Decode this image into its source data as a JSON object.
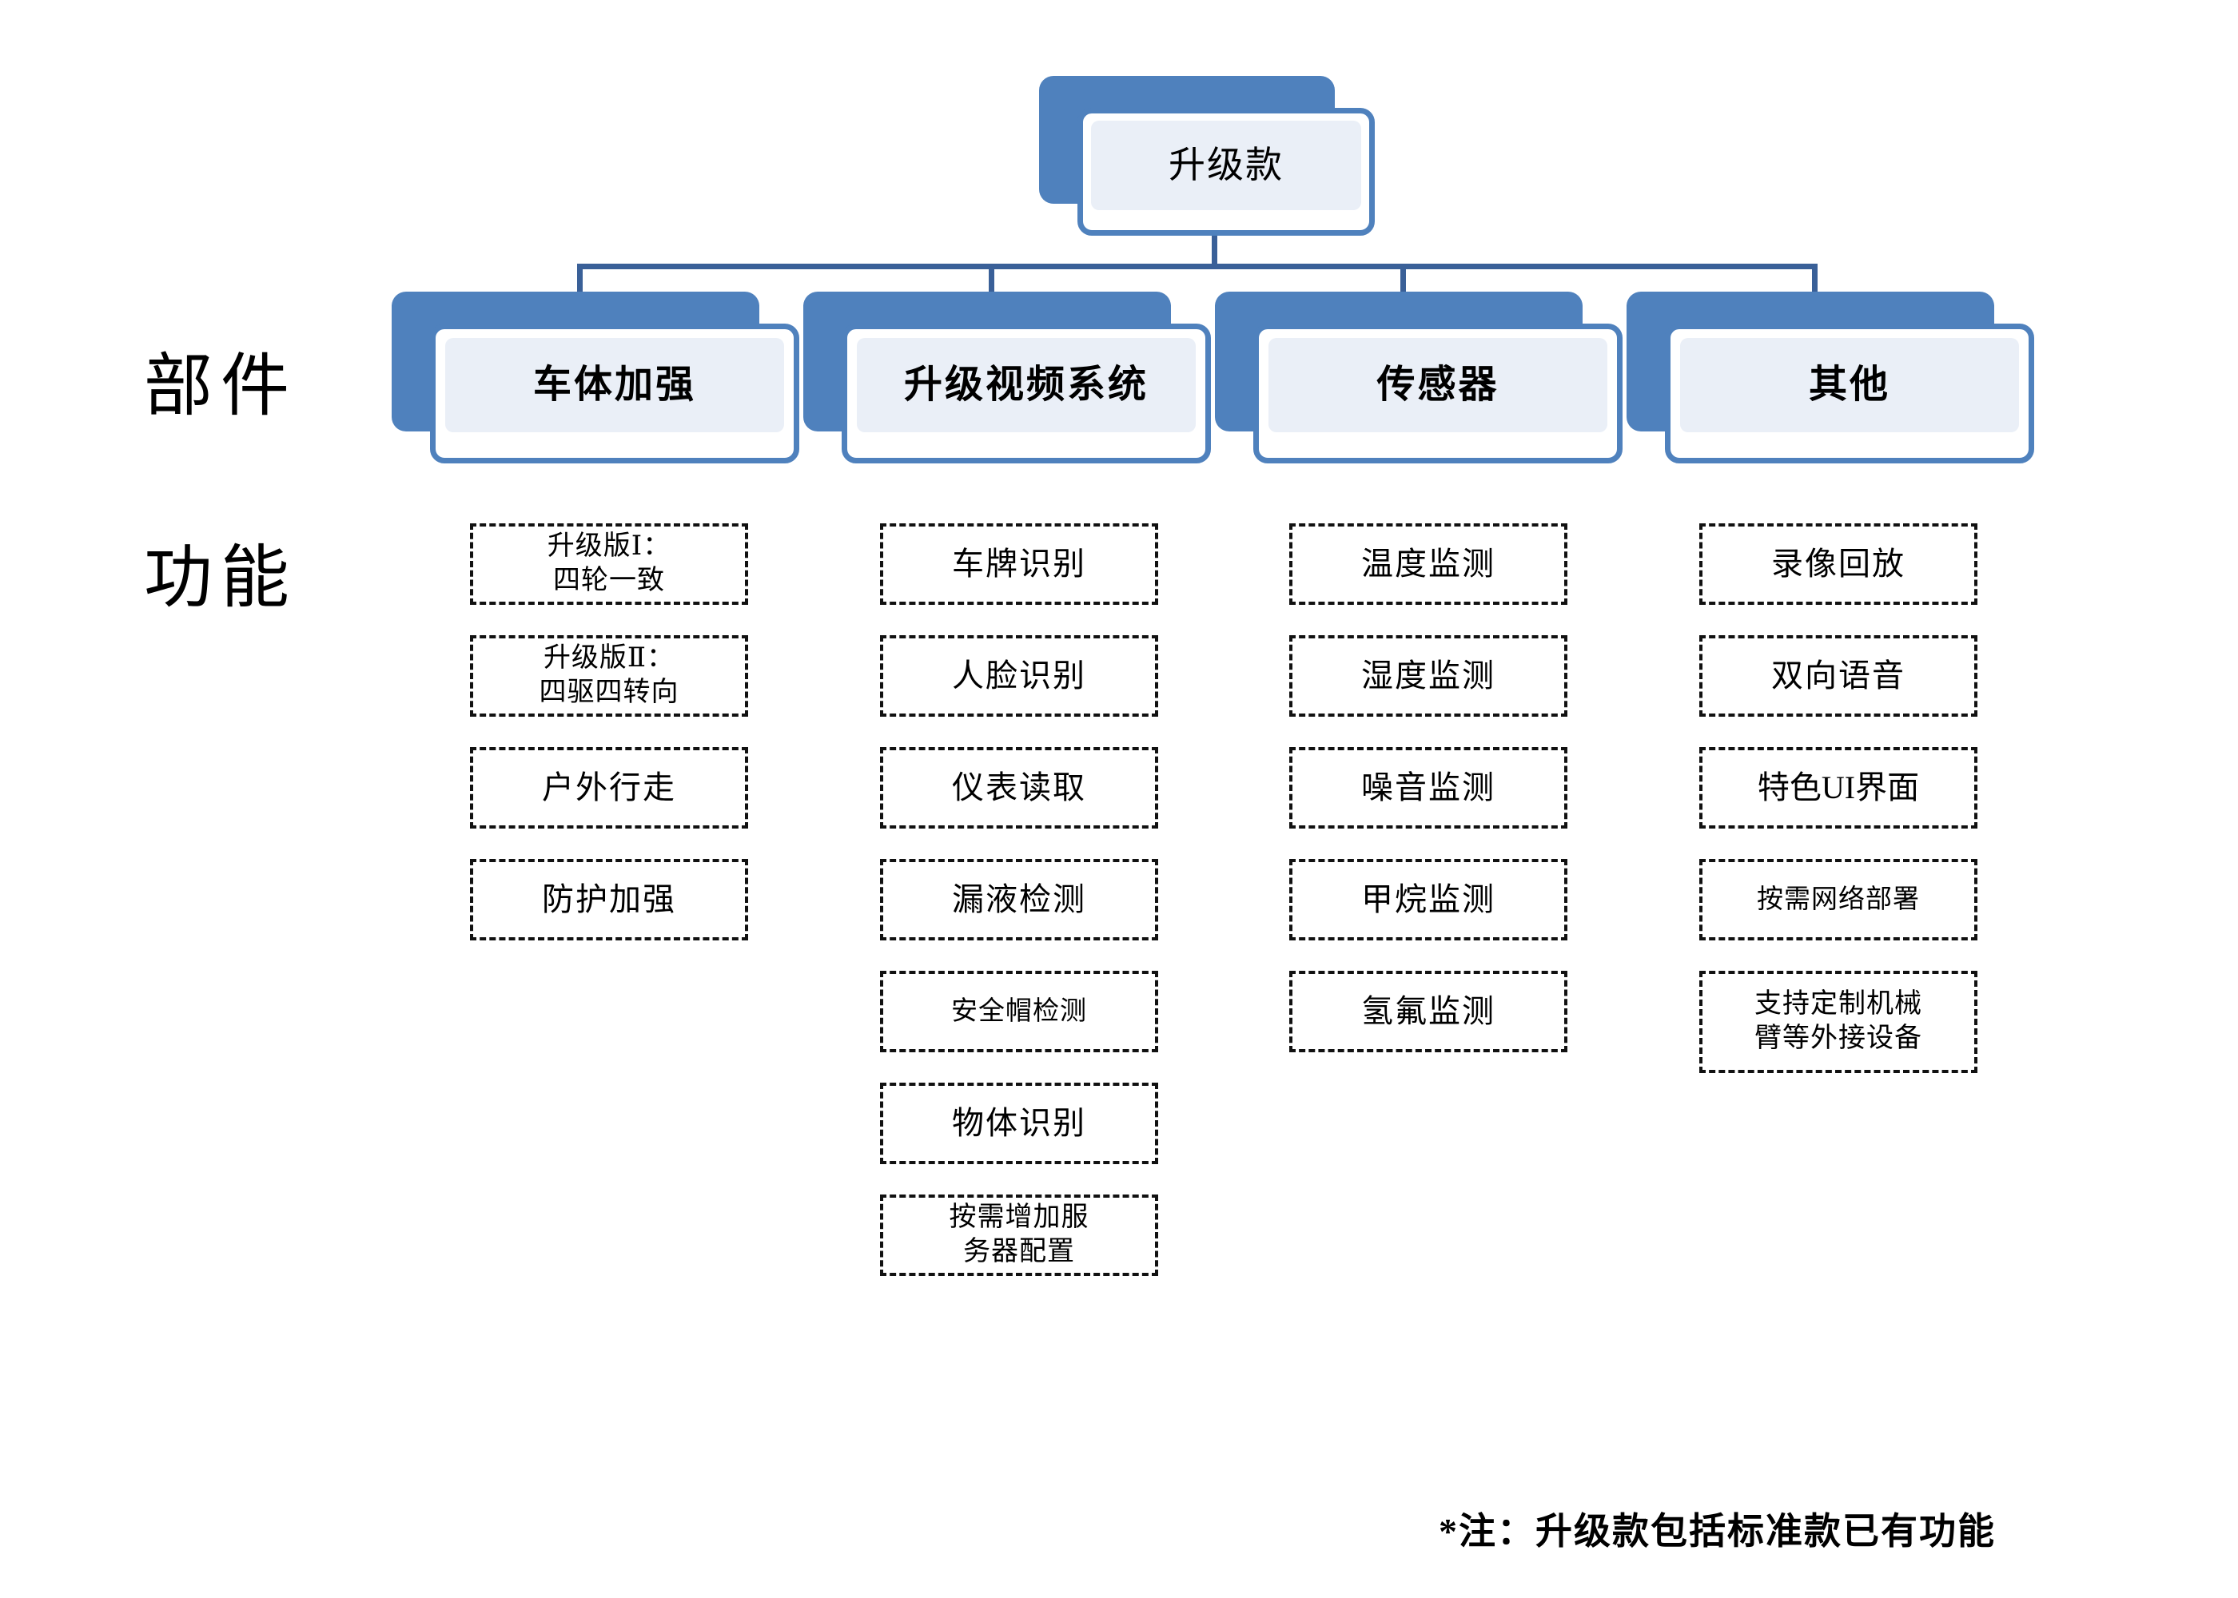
{
  "diagram": {
    "root": {
      "label": "升级款"
    },
    "row_labels": {
      "components": "部件",
      "functions": "功能"
    },
    "colors": {
      "node_fill_back": "#4f81bd",
      "node_border": "#4f81bd",
      "node_inner_fill": "#eaeff7",
      "connector": "#3a6098",
      "dashed_border": "#111111",
      "text": "#000000",
      "background": "#ffffff"
    },
    "columns": [
      {
        "header": "车体加强",
        "items": [
          {
            "text": "升级版Ⅰ：\n四轮一致",
            "style": "two"
          },
          {
            "text": "升级版Ⅱ：\n四驱四转向",
            "style": "two"
          },
          {
            "text": "户外行走",
            "style": "normal"
          },
          {
            "text": "防护加强",
            "style": "normal"
          }
        ]
      },
      {
        "header": "升级视频系统",
        "items": [
          {
            "text": "车牌识别",
            "style": "normal"
          },
          {
            "text": "人脸识别",
            "style": "normal"
          },
          {
            "text": "仪表读取",
            "style": "normal"
          },
          {
            "text": "漏液检测",
            "style": "normal"
          },
          {
            "text": "安全帽检测",
            "style": "sm"
          },
          {
            "text": "物体识别",
            "style": "normal"
          },
          {
            "text": "按需增加服\n务器配置",
            "style": "two"
          }
        ]
      },
      {
        "header": "传感器",
        "items": [
          {
            "text": "温度监测",
            "style": "normal"
          },
          {
            "text": "湿度监测",
            "style": "normal"
          },
          {
            "text": "噪音监测",
            "style": "normal"
          },
          {
            "text": "甲烷监测",
            "style": "normal"
          },
          {
            "text": "氢氟监测",
            "style": "normal"
          }
        ]
      },
      {
        "header": "其他",
        "items": [
          {
            "text": "录像回放",
            "style": "normal"
          },
          {
            "text": "双向语音",
            "style": "normal"
          },
          {
            "text": "特色UI界面",
            "style": "wide"
          },
          {
            "text": "按需网络部署",
            "style": "sm"
          },
          {
            "text": "支持定制机械\n臂等外接设备",
            "style": "two tall"
          }
        ]
      }
    ],
    "footnote": "*注：升级款包括标准款已有功能"
  }
}
